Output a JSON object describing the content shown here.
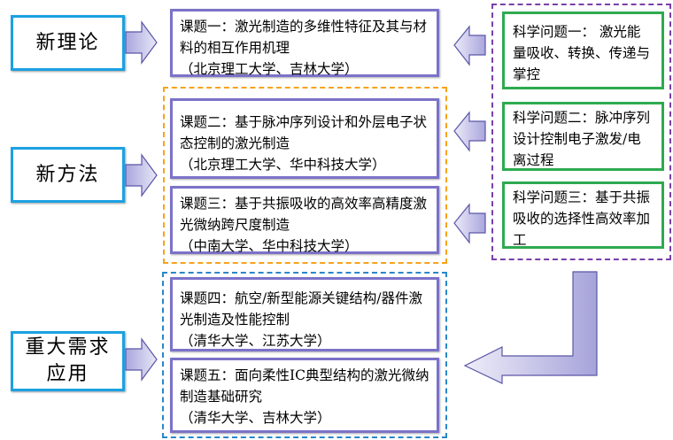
{
  "categories": [
    {
      "label": "新理论"
    },
    {
      "label": "新方法"
    },
    {
      "label": "重大需求应用",
      "line1": "重大需求",
      "line2": "应用"
    }
  ],
  "topics": [
    {
      "title": "课题一：激光制造的多维性特征及其与材料的相互作用机理",
      "institutions": "（北京理工大学、吉林大学）"
    },
    {
      "title": "课题二：基于脉冲序列设计和外层电子状态控制的激光制造",
      "institutions": "（北京理工大学、华中科技大学）"
    },
    {
      "title": "课题三：基于共振吸收的高效率高精度激光微纳跨尺度制造",
      "institutions": "（中南大学、华中科技大学）"
    },
    {
      "title": "课题四：航空/新型能源关键结构/器件激光制造及性能控制",
      "institutions": "（清华大学、江苏大学）"
    },
    {
      "title": "课题五：面向柔性IC典型结构的激光微纳制造基础研究",
      "institutions": "（清华大学、吉林大学）"
    }
  ],
  "science_questions": [
    {
      "text": "科学问题一： 激光能量吸收、转换、传递与掌控"
    },
    {
      "text": "科学问题二：脉冲序列设计控制电子激发/电离过程"
    },
    {
      "text": "科学问题三：基于共振吸收的选择性高效率加工"
    }
  ],
  "colors": {
    "category_border": "#1ba1e2",
    "topic_border": "#7b72c8",
    "science_border": "#2eaa50",
    "group_orange": "#f7a21c",
    "group_blue": "#2a86c9",
    "group_purple": "#7a3fa8",
    "arrow_fill": "#b4b2e0"
  }
}
